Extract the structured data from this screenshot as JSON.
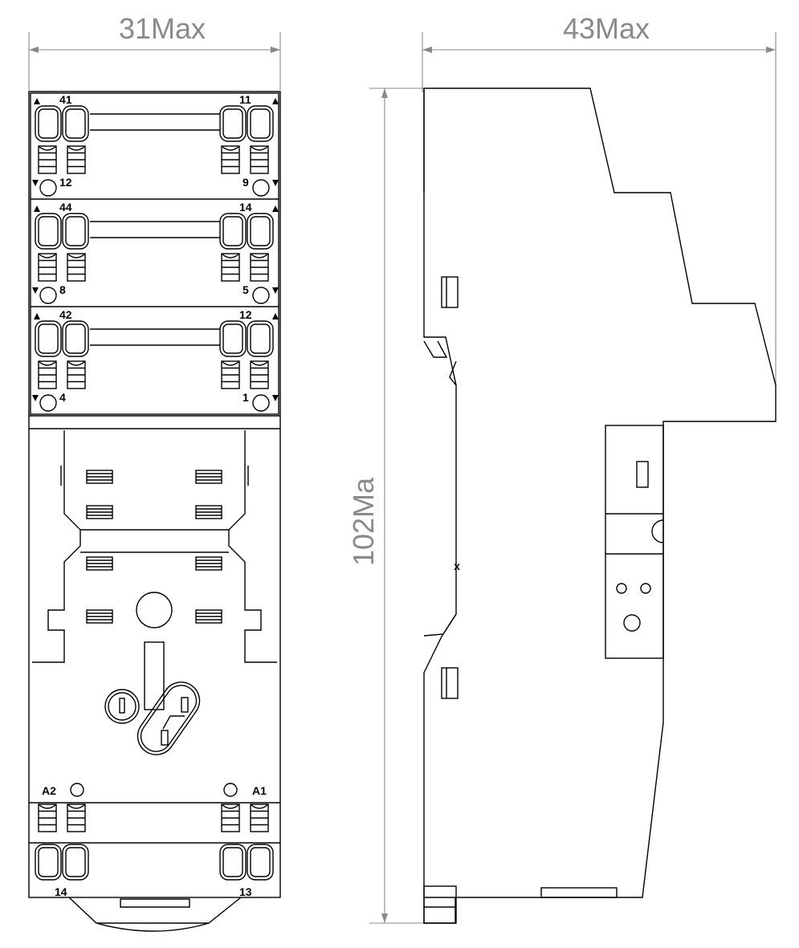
{
  "dimensions": {
    "front_width": "31Max",
    "side_depth": "43Max",
    "height": "102Ma"
  },
  "front_view": {
    "top_terminal_rows": [
      {
        "left_top": "41",
        "right_top": "11",
        "left_bottom": "12",
        "right_bottom": "9"
      },
      {
        "left_top": "44",
        "right_top": "14",
        "left_bottom": "8",
        "right_bottom": "5"
      },
      {
        "left_top": "42",
        "right_top": "12",
        "left_bottom": "4",
        "right_bottom": "1"
      }
    ],
    "coil_labels": {
      "left": "A2",
      "right": "A1"
    },
    "bottom_labels": {
      "left": "14",
      "right": "13"
    }
  },
  "side_view": {
    "center_mark": "x"
  },
  "colors": {
    "line": "#000000",
    "dimension": "#8a8a8a"
  }
}
